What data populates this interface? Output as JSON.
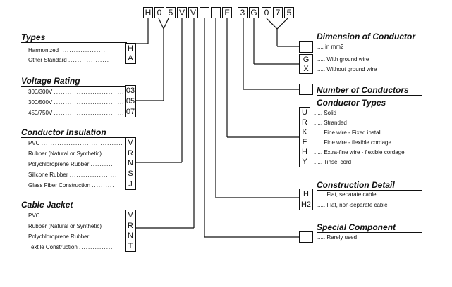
{
  "code_chars": [
    "H",
    "0",
    "5",
    "V",
    "V",
    "",
    "",
    "F",
    "3",
    "G",
    "0",
    "7",
    "5"
  ],
  "left": {
    "types": {
      "title": "Types",
      "rows": [
        {
          "label": "Harmonized",
          "dots": "....................",
          "code": "H"
        },
        {
          "label": "Other Standard",
          "dots": "..................",
          "code": "A"
        }
      ]
    },
    "voltage": {
      "title": "Voltage Rating",
      "rows": [
        {
          "label": "300/300V",
          "dots": "...............................",
          "code": "03"
        },
        {
          "label": "300/500V",
          "dots": "...............................",
          "code": "05"
        },
        {
          "label": "450/750V",
          "dots": "...............................",
          "code": "07"
        }
      ]
    },
    "insulation": {
      "title": "Conductor Insulation",
      "rows": [
        {
          "label": "PVC",
          "dots": "....................................",
          "code": "V"
        },
        {
          "label": "Rubber (Natural or Synthetic)",
          "dots": "......",
          "code": "R"
        },
        {
          "label": "Polychloroprene Rubber",
          "dots": "..........",
          "code": "N"
        },
        {
          "label": "Silicone Rubber",
          "dots": "......................",
          "code": "S"
        },
        {
          "label": "Glass Fiber Construction",
          "dots": "..........",
          "code": "J"
        }
      ]
    },
    "jacket": {
      "title": "Cable Jacket",
      "rows": [
        {
          "label": "PVC",
          "dots": "....................................",
          "code": "V"
        },
        {
          "label": "Rubber (Natural or Synthetic)",
          "dots": "",
          "code": "R"
        },
        {
          "label": "Polychloroprene Rubber",
          "dots": "..........",
          "code": "N"
        },
        {
          "label": "Textile Construction",
          "dots": "...............",
          "code": "T"
        }
      ]
    }
  },
  "right": {
    "dimension": {
      "title": "Dimension of Conductor",
      "box_desc": ".... in mm2",
      "rows": [
        {
          "code": "G",
          "desc": "..... With ground wire"
        },
        {
          "code": "X",
          "desc": "..... Without ground wire"
        }
      ]
    },
    "number": {
      "title": "Number of Conductors"
    },
    "types": {
      "title": "Conductor Types",
      "rows": [
        {
          "code": "U",
          "desc": "..... Solid"
        },
        {
          "code": "R",
          "desc": "..... Stranded"
        },
        {
          "code": "K",
          "desc": "..... Fine wire - Fixed install"
        },
        {
          "code": "F",
          "desc": "..... Fine wire - flexible cordage"
        },
        {
          "code": "H",
          "desc": "..... Extra-fine wire - flexible cordage"
        },
        {
          "code": "Y",
          "desc": "..... Tinsel cord"
        }
      ]
    },
    "construction": {
      "title": "Construction Detail",
      "rows": [
        {
          "code": "H",
          "desc": "..... Flat, separate cable"
        },
        {
          "code": "H2",
          "desc": "..... Flat, non-separate cable"
        }
      ]
    },
    "special": {
      "title": "Special Component",
      "box_desc": "..... Rarely used"
    }
  }
}
